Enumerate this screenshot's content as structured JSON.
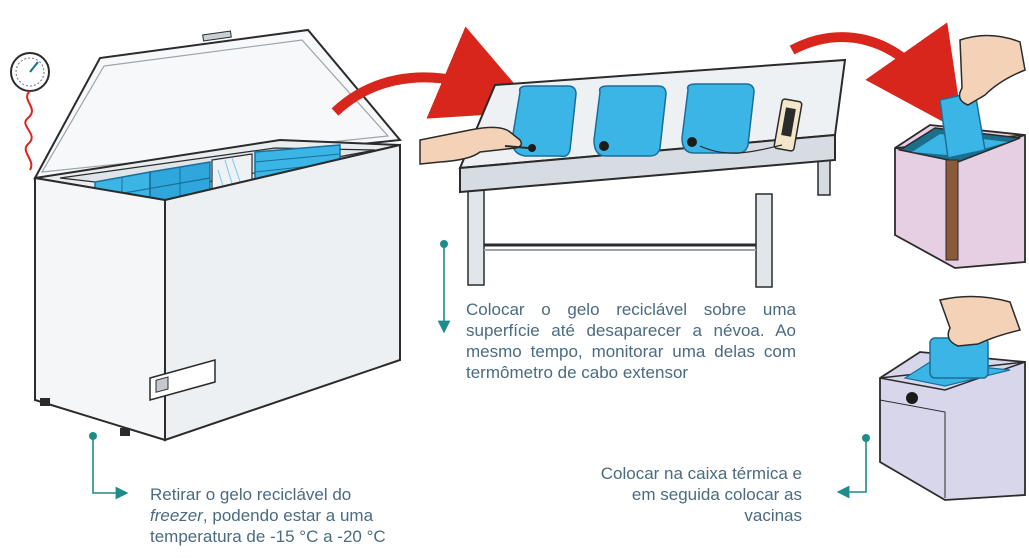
{
  "steps": [
    {
      "id": "freezer",
      "text_before": "Retirar o gelo reciclável do ",
      "text_italic": "freezer",
      "text_after": ", podendo estar a uma temperatura de -15 °C a -20 °C"
    },
    {
      "id": "table",
      "text": "Colocar o gelo reciclável sobre uma superfície até desaparecer a névoa. Ao mesmo tempo, monitorar uma delas com termômetro de cabo extensor"
    },
    {
      "id": "box",
      "text": "Colocar na caixa térmica e em seguida colocar as vacinas"
    }
  ],
  "colors": {
    "ice": "#3bb5e6",
    "ice_dark": "#1a7fb0",
    "arrow_red": "#d9261c",
    "connector_teal": "#1d8c8a",
    "caption_text": "#4a6b80",
    "outline": "#2b2b2b",
    "freezer_body": "#f4f6f8",
    "table_top": "#e8ecef",
    "cooler_pink": "#e7cfe3",
    "cooler_lilac": "#d8d6ea",
    "cooler_lid": "#1b6e8c"
  },
  "icons": [
    "thermometer-dial-icon",
    "ice-pack-icon",
    "probe-thermometer-icon",
    "hand-icon",
    "red-curved-arrow-icon"
  ]
}
